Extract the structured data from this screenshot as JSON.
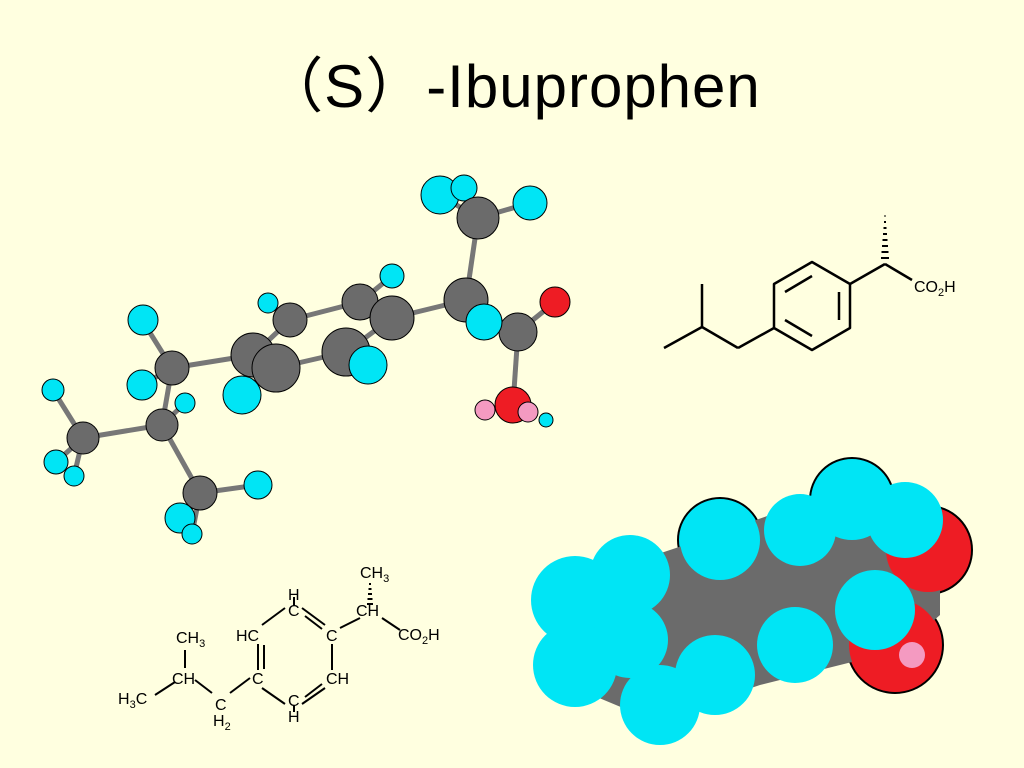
{
  "slide": {
    "title": "（S）-Ibuprophen"
  },
  "skeletal_formula": {
    "carboxyl_label": "CO",
    "carboxyl_sub": "2",
    "carboxyl_tail": "H"
  },
  "condensed_formula": {
    "ch3_top": "CH",
    "ch3_top_sub": "3",
    "ch_chiral": "CH",
    "co2h": "CO",
    "co2h_sub": "2",
    "co2h_tail": "H",
    "ring_h_top": "H",
    "ring_c_top": "C",
    "ring_hc_left": "HC",
    "ring_c_right": "C",
    "ring_c_left": "C",
    "ring_ch_right": "CH",
    "ring_c_bottom": "C",
    "ring_h_bottom": "H",
    "ch3_iso": "CH",
    "ch3_iso_sub": "3",
    "ch_iso": "CH",
    "h3c": "H",
    "h3c_sub": "3",
    "h3c_tail": "C",
    "ch2_c": "C",
    "ch2_h": "H",
    "ch2_sub": "2"
  },
  "colors": {
    "background": "#ffffe0",
    "carbon": "#6b6b6b",
    "hydrogen": "#00e5f5",
    "oxygen": "#ee1c24",
    "acid_hydrogen": "#f49ac1"
  }
}
